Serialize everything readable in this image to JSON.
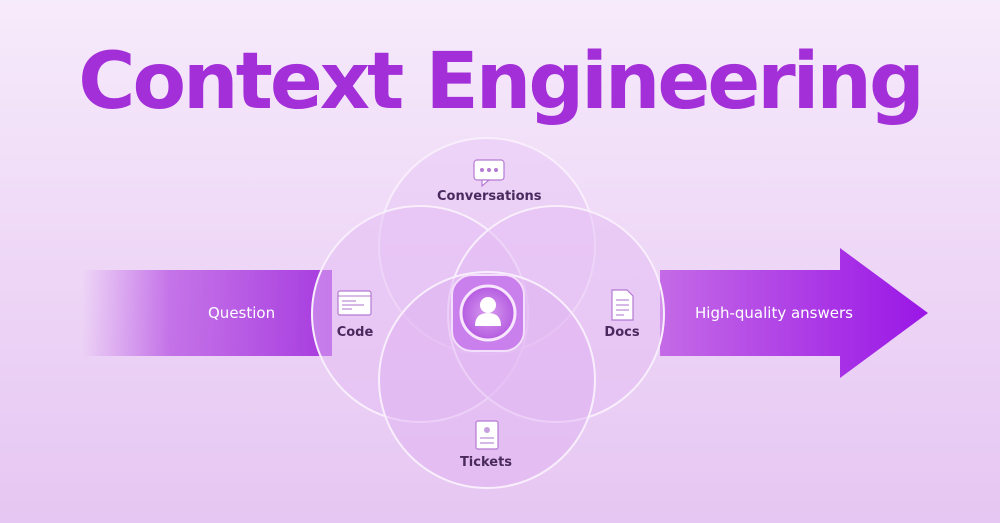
{
  "title": "Context Engineering",
  "input_label": "Question",
  "output_label": "High-quality answers",
  "sources": {
    "top": "Conversations",
    "left": "Code",
    "right": "Docs",
    "bottom": "Tickets"
  },
  "icons": {
    "top": "chat-bubble-icon",
    "left": "code-window-icon",
    "right": "document-icon",
    "bottom": "ticket-icon",
    "center": "user-avatar-icon"
  },
  "colors": {
    "title": "#a32fd8",
    "arrow": "#a52fe0",
    "circle_fill": "#e7c6f4",
    "text": "#4a2a5e"
  }
}
